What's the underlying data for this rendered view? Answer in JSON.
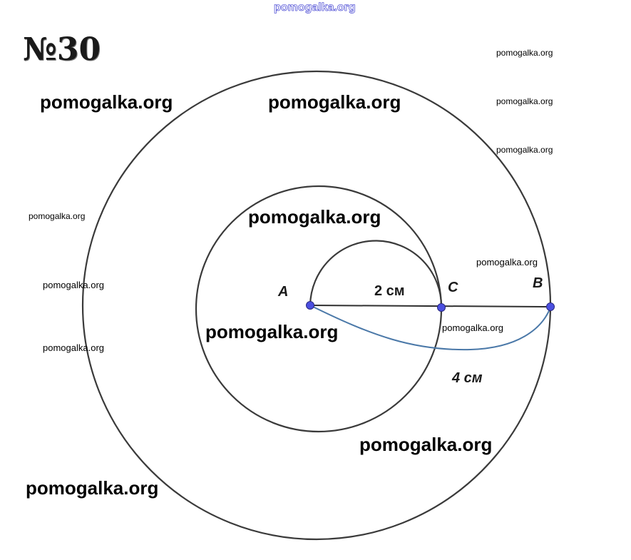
{
  "header": {
    "problem_number": "№30"
  },
  "watermark": "pomogalka.org",
  "points": {
    "a": "A",
    "b": "B",
    "c": "C"
  },
  "lengths": {
    "ac": "2 см",
    "ab_arc": "4 см"
  },
  "colors": {
    "circle_stroke": "#3a3a3a",
    "segment_stroke": "#2f2f2f",
    "arc_stroke": "#4a78a8",
    "point_fill": "#4b4fe0",
    "watermark_top": "#3a3ad0"
  }
}
